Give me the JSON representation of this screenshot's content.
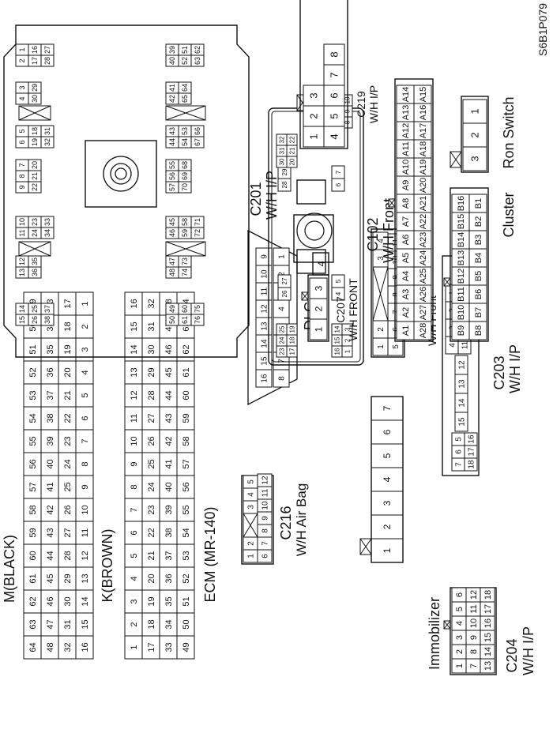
{
  "code": "S6B1P079",
  "ecm": {
    "title": "ECM (MR-140)",
    "m_label": "M(BLACK)",
    "k_label": "K(BROWN)",
    "m_rows": [
      [
        "64",
        "63",
        "62",
        "61",
        "60",
        "59",
        "58",
        "57",
        "56",
        "55",
        "54",
        "53",
        "52",
        "51",
        "50",
        "49"
      ],
      [
        "48",
        "47",
        "46",
        "45",
        "44",
        "43",
        "42",
        "41",
        "40",
        "39",
        "38",
        "37",
        "36",
        "35",
        "34",
        "33"
      ],
      [
        "32",
        "31",
        "30",
        "29",
        "28",
        "27",
        "26",
        "25",
        "24",
        "23",
        "22",
        "21",
        "20",
        "19",
        "18",
        "17"
      ],
      [
        "16",
        "15",
        "14",
        "13",
        "12",
        "11",
        "10",
        "9",
        "8",
        "7",
        "6",
        "5",
        "4",
        "3",
        "2",
        "1"
      ]
    ],
    "k_rows": [
      [
        "1",
        "2",
        "3",
        "4",
        "5",
        "6",
        "7",
        "8",
        "9",
        "10",
        "11",
        "12",
        "13",
        "14",
        "15",
        "16"
      ],
      [
        "17",
        "18",
        "19",
        "20",
        "21",
        "22",
        "23",
        "24",
        "25",
        "26",
        "27",
        "28",
        "29",
        "30",
        "31",
        "32"
      ],
      [
        "33",
        "34",
        "35",
        "36",
        "37",
        "38",
        "39",
        "40",
        "41",
        "42",
        "43",
        "44",
        "45",
        "46",
        "47",
        "48"
      ],
      [
        "49",
        "50",
        "51",
        "52",
        "53",
        "54",
        "55",
        "56",
        "57",
        "58",
        "59",
        "60",
        "61",
        "62",
        "63",
        "64"
      ]
    ]
  },
  "dlc": {
    "title": "DLC",
    "top": [
      "16",
      "15",
      "14",
      "13",
      "12",
      "11",
      "10",
      "9"
    ],
    "bottom": [
      "8",
      "7",
      "6",
      "5",
      "4",
      "3",
      "2",
      "1"
    ]
  },
  "c216": {
    "title": "C216",
    "subtitle": "W/H Air Bag",
    "row1": [
      "1",
      "2",
      "3",
      "4",
      "5"
    ],
    "row2": [
      "6",
      "7",
      "8",
      "9",
      "10",
      "11",
      "12"
    ]
  },
  "immobilizer": {
    "title": "Immobilizer",
    "pins": [
      "1",
      "2",
      "3",
      "4",
      "5",
      "6",
      "7"
    ]
  },
  "c204": {
    "title": "C204",
    "subtitle": "W/H I/P",
    "row1": [
      "1",
      "2",
      "3",
      "4",
      "5",
      "6"
    ],
    "row2": [
      "7",
      "8",
      "9",
      "10",
      "11",
      "12"
    ],
    "row3": [
      "13",
      "14",
      "15",
      "16",
      "17",
      "18"
    ]
  },
  "c221": {
    "title": "C221",
    "subtitle": "W/H Front",
    "row1": [
      "1",
      "2",
      "3",
      "4"
    ],
    "row2": [
      "5",
      "6",
      "7",
      "8",
      "9",
      "10",
      "11"
    ]
  },
  "c203": {
    "title": "C203",
    "subtitle": "W/H I/P",
    "a_top": [
      "7",
      "6",
      "5"
    ],
    "a_bot": [
      "18",
      "17",
      "16"
    ],
    "mid": [
      "15",
      "14",
      "13",
      "12"
    ],
    "b_top": [
      "4",
      "3",
      "2",
      "1"
    ],
    "b_bot": [
      "11",
      "10",
      "9",
      "8"
    ]
  },
  "c201": {
    "title": "C201",
    "subtitle": "W/H I/P",
    "left_blocks": [
      {
        "r1": [
          "15",
          "14"
        ],
        "r2": [
          "26",
          "25"
        ],
        "r3": [
          "38",
          "37"
        ]
      },
      {
        "r1": [
          "13",
          "12"
        ],
        "r2": [
          "36",
          "35"
        ]
      },
      {
        "r1": [
          "11",
          "10"
        ],
        "r2": [
          "24",
          "23"
        ],
        "r3": [
          "34",
          "33"
        ]
      },
      {
        "r1": [
          "9",
          "8",
          "7"
        ],
        "r2": [
          "22",
          "21",
          "20"
        ]
      },
      {
        "r1": [
          "6",
          "5"
        ],
        "r2": [
          "19",
          "18"
        ],
        "r3": [
          "32",
          "31"
        ]
      },
      {
        "r1": [
          "4",
          "3"
        ],
        "r2": [
          "30",
          "29"
        ]
      },
      {
        "r1": [
          "2",
          "1"
        ],
        "r2": [
          "17",
          "16"
        ],
        "r3": [
          "28",
          "27"
        ]
      }
    ],
    "right_blocks": [
      {
        "r1": [
          "50",
          "49"
        ],
        "r2": [
          "61",
          "60"
        ],
        "r3": [
          "76",
          "75"
        ]
      },
      {
        "r1": [
          "48",
          "47"
        ],
        "r2": [
          "74",
          "73"
        ]
      },
      {
        "r1": [
          "46",
          "45"
        ],
        "r2": [
          "59",
          "58"
        ],
        "r3": [
          "72",
          "71"
        ]
      },
      {
        "r1": [
          "57",
          "56",
          "55"
        ],
        "r2": [
          "70",
          "69",
          "68"
        ]
      },
      {
        "r1": [
          "44",
          "43"
        ],
        "r2": [
          "54",
          "53"
        ],
        "r3": [
          "67",
          "66"
        ]
      },
      {
        "r1": [
          "42",
          "41"
        ],
        "r2": [
          "65",
          "64"
        ]
      },
      {
        "r1": [
          "40",
          "39"
        ],
        "r2": [
          "52",
          "51"
        ],
        "r3": [
          "63",
          "62"
        ]
      }
    ]
  },
  "c102": {
    "title": "C102",
    "subtitle": "W/H Front",
    "g_left_r1": [
      "23",
      "24",
      "25"
    ],
    "g_left_r2": [
      "17",
      "18",
      "19"
    ],
    "g_left2_r1": [
      "16",
      "15",
      "14"
    ],
    "g_left2_r2": [
      "1",
      "2",
      "3"
    ],
    "g_mid1": [
      "26",
      "27"
    ],
    "g_mid2": [
      "4",
      "5"
    ],
    "g_c1": [
      "28",
      "29"
    ],
    "g_c2": [
      "6",
      "7"
    ],
    "g_right_r1": [
      "30",
      "31",
      "32"
    ],
    "g_right_r2": [
      "20",
      "21",
      "22"
    ],
    "g_right2_r1": [
      "13",
      "12",
      "11"
    ],
    "g_right2_r2": [
      "8",
      "9",
      "10"
    ]
  },
  "c207": {
    "title": "C207",
    "subtitle": "W/H FRONT",
    "row1": [
      "1",
      "2",
      "3"
    ],
    "extra": "4"
  },
  "c219": {
    "title": "C219",
    "subtitle": "W/H I/P",
    "row1": [
      "1",
      "2",
      "3"
    ],
    "row2": [
      "4",
      "5",
      "6",
      "7",
      "8"
    ]
  },
  "cluster": {
    "title": "Cluster",
    "a_top": [
      "A1",
      "A2",
      "A3",
      "A4",
      "A5",
      "A6",
      "A7",
      "A8",
      "A9",
      "A10",
      "A11",
      "A12",
      "A13",
      "A14"
    ],
    "a_bot": [
      "A28",
      "A27",
      "A26",
      "A25",
      "A24",
      "A23",
      "A22",
      "A21",
      "A20",
      "A19",
      "A18",
      "A17",
      "A16",
      "A15"
    ],
    "b_top": [
      "B9",
      "B10",
      "B11",
      "B12",
      "B13",
      "B14",
      "B15",
      "B16"
    ],
    "b_bot": [
      "B8",
      "B7",
      "B6",
      "B5",
      "B4",
      "B3",
      "B2",
      "B1"
    ]
  },
  "ron": {
    "title": "Ron Switch",
    "pins": [
      "3",
      "2",
      "1"
    ]
  }
}
